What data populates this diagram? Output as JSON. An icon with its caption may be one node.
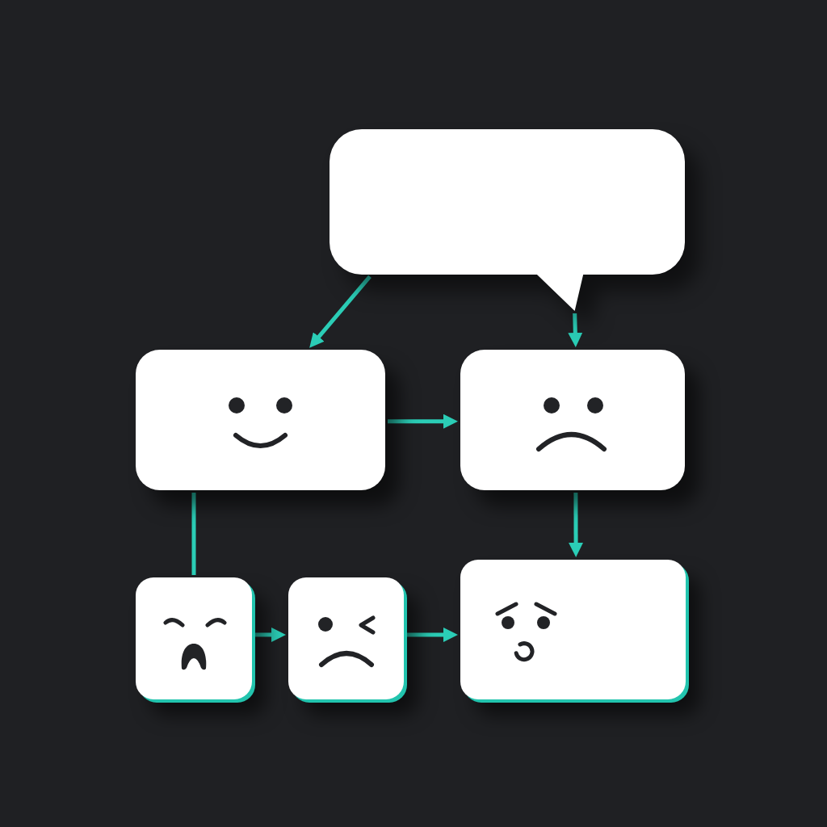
{
  "diagram": {
    "nodes": [
      {
        "text": [],
        "shape": "bubble"
      },
      {
        "text": [],
        "shape": "box"
      },
      {
        "text": [],
        "shape": "box"
      },
      {
        "text": [],
        "shape": "box"
      },
      {
        "text": [],
        "shape": "box"
      },
      {
        "text": [],
        "shape": "box"
      }
    ],
    "edges": [
      {
        "from": 0,
        "to": 1,
        "arrow": "to"
      },
      {
        "from": 0,
        "to": 2,
        "arrow": "to"
      },
      {
        "from": 1,
        "to": 2,
        "arrow": "to"
      },
      {
        "from": 1,
        "to": 3,
        "arrow": "none"
      },
      {
        "from": 2,
        "to": 5,
        "arrow": "to"
      },
      {
        "from": 3,
        "to": 4,
        "arrow": "to"
      },
      {
        "from": 4,
        "to": 5,
        "arrow": "to"
      }
    ]
  }
}
